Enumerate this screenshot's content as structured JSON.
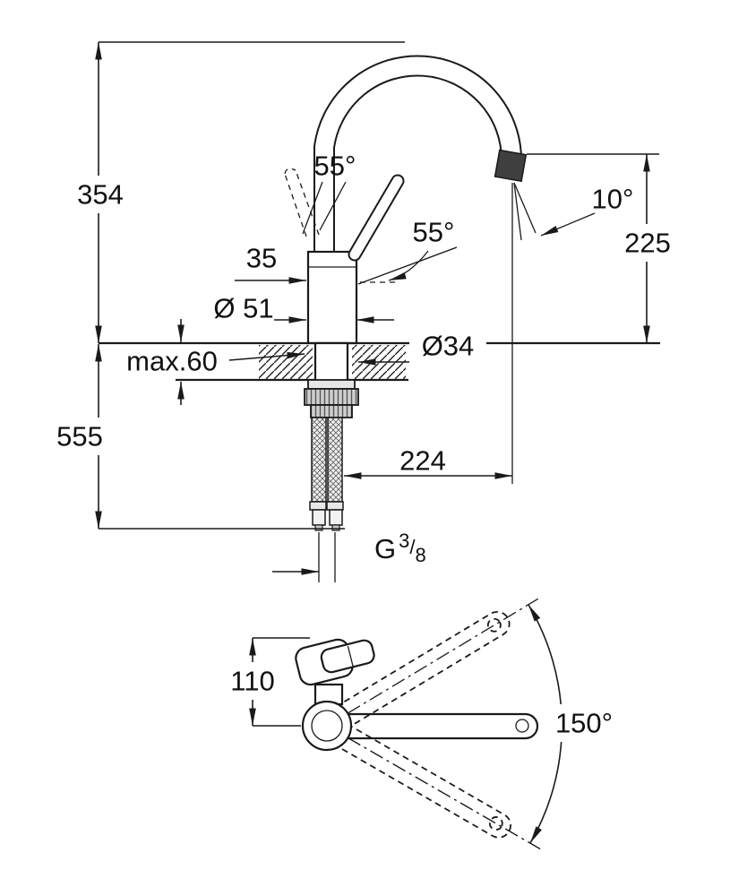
{
  "drawing": {
    "kind": "technical-dimension-drawing",
    "views": [
      "front-elevation",
      "top-plan"
    ]
  },
  "labels": {
    "height_354": "354",
    "height_555": "555",
    "angle_55_handle_left": "55°",
    "angle_55_handle_right": "55°",
    "angle_10_spout": "10°",
    "height_225": "225",
    "width_35": "35",
    "dia_51": "Ø 51",
    "dia_34": "Ø34",
    "max_60": "max.60",
    "reach_224": "224",
    "thread_prefix": "G",
    "thread_numerator": "3",
    "thread_slash": "/",
    "thread_denominator": "8",
    "height_110": "110",
    "angle_150_swivel": "150°"
  },
  "colors": {
    "line_color": "#1a1a1a",
    "background": "#ffffff",
    "spout_tip_fill": "#3f3f3f"
  }
}
